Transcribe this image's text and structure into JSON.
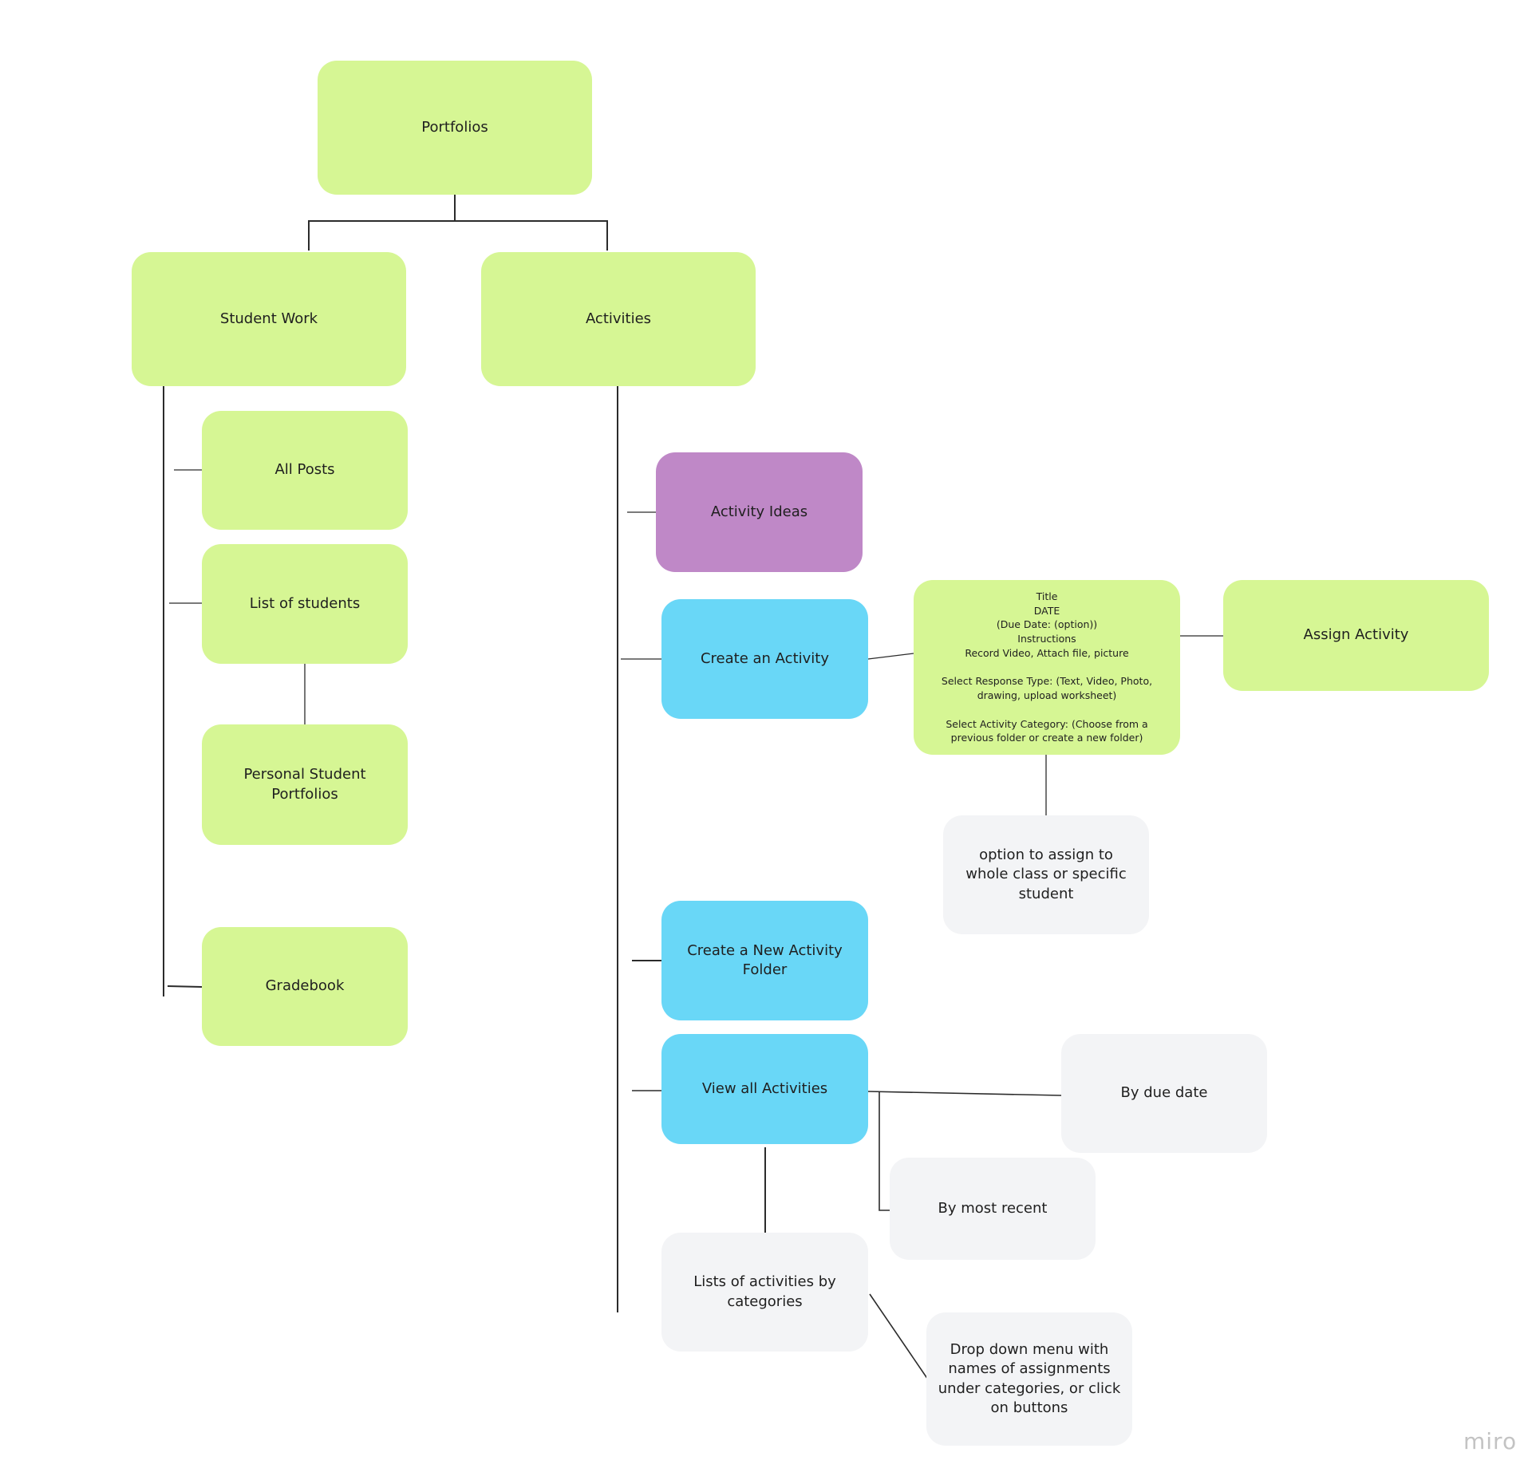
{
  "colors": {
    "green": "#d6f694",
    "purple": "#bf88c7",
    "blue": "#69d7f7",
    "grey": "#f3f4f6",
    "line": "#2b2b2b"
  },
  "nodes": {
    "portfolios": "Portfolios",
    "student_work": "Student Work",
    "activities": "Activities",
    "all_posts": "All Posts",
    "list_of_students": "List of students",
    "personal_student_portfolios": "Personal Student Portfolios",
    "gradebook": "Gradebook",
    "activity_ideas": "Activity Ideas",
    "create_an_activity": "Create an Activity",
    "activity_details": "Title\nDATE\n(Due Date: (option))\nInstructions\nRecord Video, Attach file, picture\n\nSelect Response Type: (Text, Video, Photo, drawing, upload worksheet)\n\nSelect Activity Category: (Choose from a previous folder or create a new folder)",
    "assign_activity": "Assign Activity",
    "assign_option": "option to assign to whole class or specific student",
    "create_new_activity_folder": "Create a New Activity Folder",
    "view_all_activities": "View all Activities",
    "by_due_date": "By due date",
    "by_most_recent": "By most recent",
    "lists_by_categories": "Lists of activities by categories",
    "drop_down_menu": "Drop down menu with names of assignments under categories, or click on buttons"
  },
  "watermark": "miro"
}
